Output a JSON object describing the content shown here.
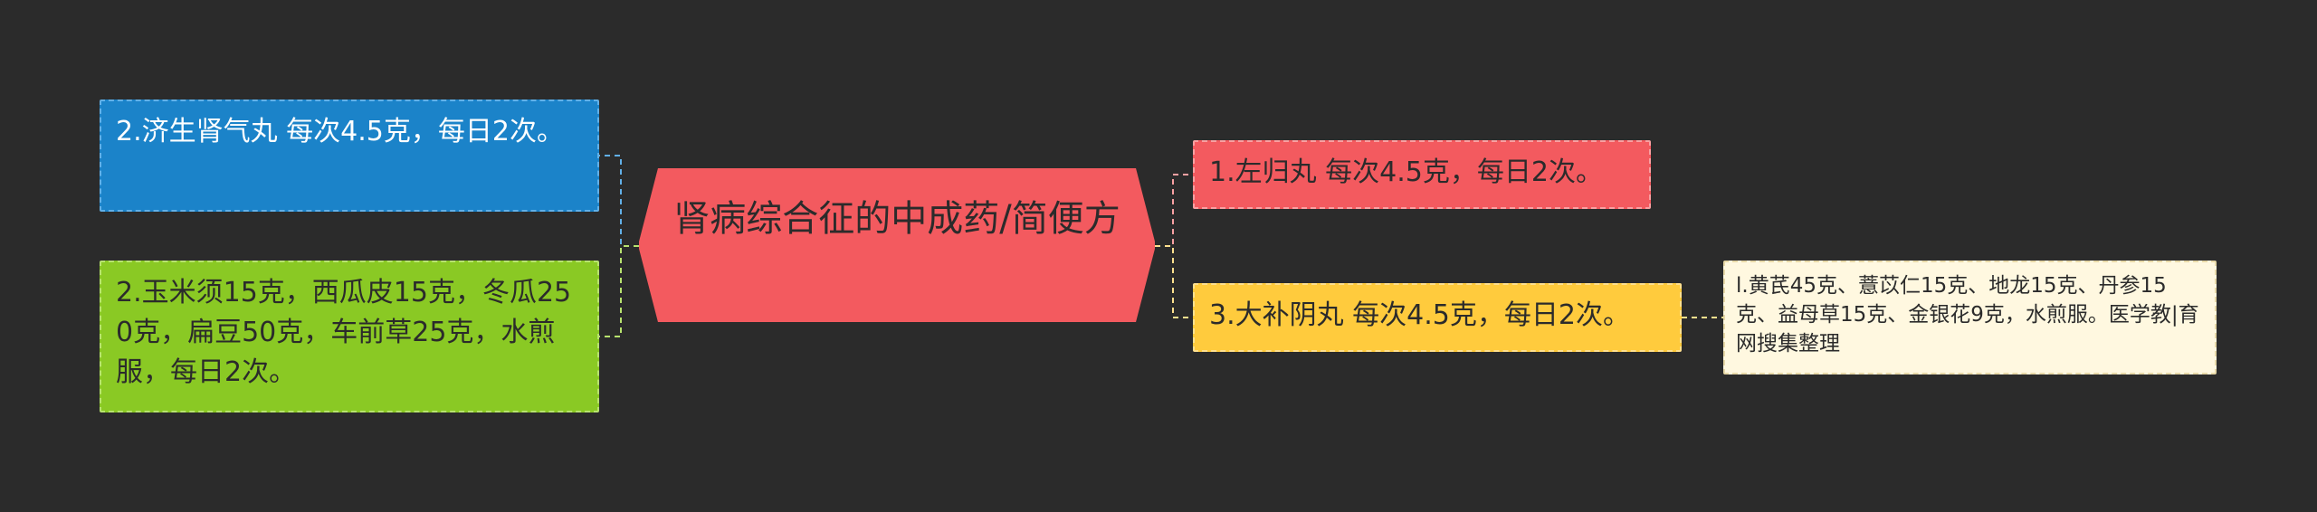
{
  "colors": {
    "background": "#2b2b2b",
    "central": "#f35a5f",
    "left_blue": "#1b83c9",
    "left_green": "#8ac924",
    "right_red": "#f35a5f",
    "right_yellow": "#ffcb3d",
    "right_leaf": "#fff8e0"
  },
  "central": {
    "label": "肾病综合征的中成药/简便方"
  },
  "left": [
    {
      "label": "2.济生肾气丸 每次4.5克，每日2次。"
    },
    {
      "label": "2.玉米须15克，西瓜皮15克，冬瓜250克，扁豆50克，车前草25克，水煎服，每日2次。"
    }
  ],
  "right": [
    {
      "label": "1.左归丸 每次4.5克，每日2次。"
    },
    {
      "label": "3.大补阴丸 每次4.5克，每日2次。"
    }
  ],
  "right_leaf": {
    "label": "l.黄芪45克、薏苡仁15克、地龙15克、丹参15克、益母草15克、金银花9克，水煎服。医学教|育网搜集整理"
  }
}
